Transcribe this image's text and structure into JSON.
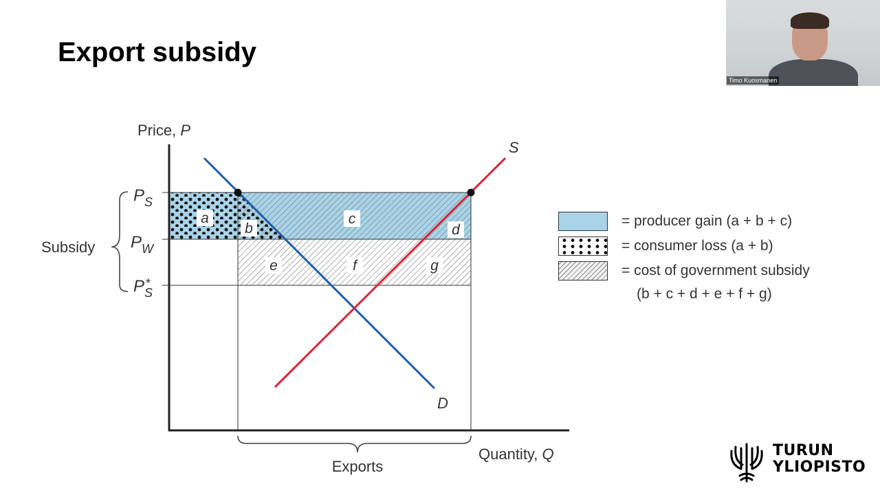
{
  "slide": {
    "title": "Export subsidy"
  },
  "diagram": {
    "y_axis_title": "Price, ",
    "y_axis_symbol": "P",
    "x_axis_title": "Quantity, ",
    "x_axis_symbol": "Q",
    "price_levels": {
      "ps": {
        "main": "P",
        "sub": "S",
        "sup": ""
      },
      "pw": {
        "main": "P",
        "sub": "W",
        "sup": ""
      },
      "ps_star": {
        "main": "P",
        "sub": "S",
        "sup": "*"
      }
    },
    "subsidy_label": "Subsidy",
    "exports_label": "Exports",
    "supply_label": "S",
    "demand_label": "D",
    "areas": {
      "a": "a",
      "b": "b",
      "c": "c",
      "d": "d",
      "e": "e",
      "f": "f",
      "g": "g"
    },
    "colors": {
      "supply": "#d9253b",
      "demand": "#1f5fa8",
      "producer_gain": "#a8d3e8"
    }
  },
  "legend": {
    "producer_gain": "= producer gain (a + b + c)",
    "consumer_loss": "= consumer loss (a + b)",
    "cost_line1": "= cost of government subsidy",
    "cost_line2": "(b + c + d + e + f + g)"
  },
  "video": {
    "name": "Timo Kuosmanen"
  },
  "logo": {
    "line1": "TURUN",
    "line2": "YLIOPISTO"
  }
}
